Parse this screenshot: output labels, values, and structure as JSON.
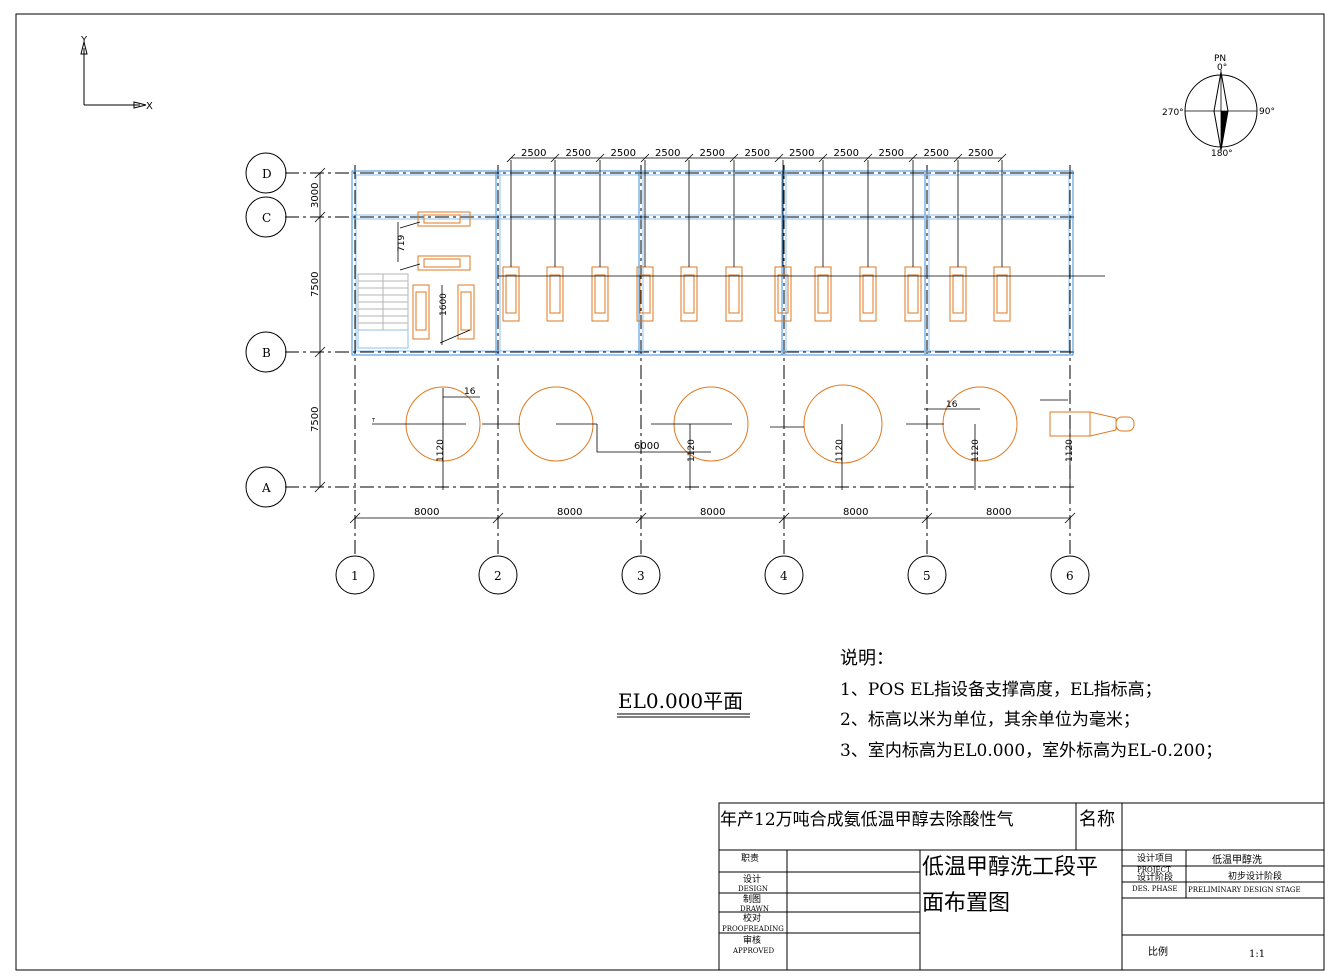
{
  "axes": {
    "y_label": "Y",
    "x_label": "X"
  },
  "compass": {
    "north": "PN",
    "deg0": "0°",
    "deg90": "90°",
    "deg180": "180°",
    "deg270": "270°"
  },
  "grid_rows": [
    {
      "label": "D"
    },
    {
      "label": "C"
    },
    {
      "label": "B"
    },
    {
      "label": "A"
    }
  ],
  "grid_cols": [
    {
      "label": "1"
    },
    {
      "label": "2"
    },
    {
      "label": "3"
    },
    {
      "label": "4"
    },
    {
      "label": "5"
    },
    {
      "label": "6"
    }
  ],
  "dims": {
    "row_dc": "3000",
    "row_cb": "7500",
    "row_ba": "7500",
    "col_span": "8000",
    "top_pitch": "2500",
    "small_719": "719",
    "small_1600": "1600",
    "small_16": "16",
    "small_6000": "6000",
    "small_1120": "1120"
  },
  "plan_title": "EL0.000平面",
  "notes": {
    "heading": "说明：",
    "line1": "1、POS EL指设备支撑高度，EL指标高；",
    "line2": "2、标高以米为单位，其余单位为毫米；",
    "line3": "3、室内标高为EL0.000，室外标高为EL-0.200；"
  },
  "title_block": {
    "project_name": "年产12万吨合成氨低温甲醇去除酸性气",
    "name_label": "名称",
    "drawing_title_1": "低温甲醇洗工段平",
    "drawing_title_2": "面布置图",
    "role_header": "职责",
    "design_cn": "设计",
    "design_en": "DESIGN",
    "drawn_cn": "制图",
    "drawn_en": "DRAWN",
    "proof_cn": "校对",
    "proof_en": "PROOFREADING",
    "approved_cn": "审核",
    "approved_en": "APPROVED",
    "project_label_cn": "设计项目",
    "project_label_en": "PROJECT",
    "project_value": "低温甲醇洗",
    "phase_label_cn": "设计阶段",
    "phase_label_en": "DES. PHASE",
    "phase_value_cn": "初步设计阶段",
    "phase_value_en": "PRELIMINARY DESIGN STAGE",
    "scale_label": "比例",
    "scale_value": "1:1"
  }
}
